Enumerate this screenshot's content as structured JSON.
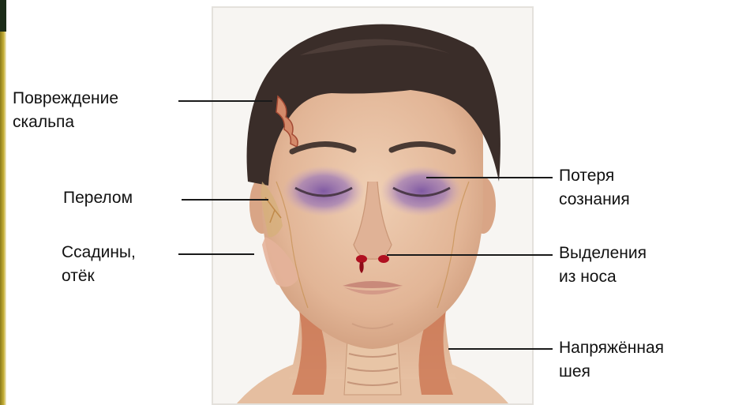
{
  "labels": {
    "scalp_injury": [
      "Повреждение",
      "скальпа"
    ],
    "fracture": [
      "Перелом"
    ],
    "abrasions_swelling": [
      "Ссадины,",
      "отёк"
    ],
    "loss_of_consciousness": [
      "Потеря",
      "сознания"
    ],
    "nasal_discharge": [
      "Выделения",
      "из носа"
    ],
    "stiff_neck": [
      "Напряжённая",
      "шея"
    ]
  },
  "colors": {
    "skin": "#e7c3a6",
    "hair": "#3b2e2a",
    "bruise": "#8a64a8",
    "blood": "#b01020",
    "muscle": "#c8734f",
    "callout_line": "#1a1a1a"
  }
}
